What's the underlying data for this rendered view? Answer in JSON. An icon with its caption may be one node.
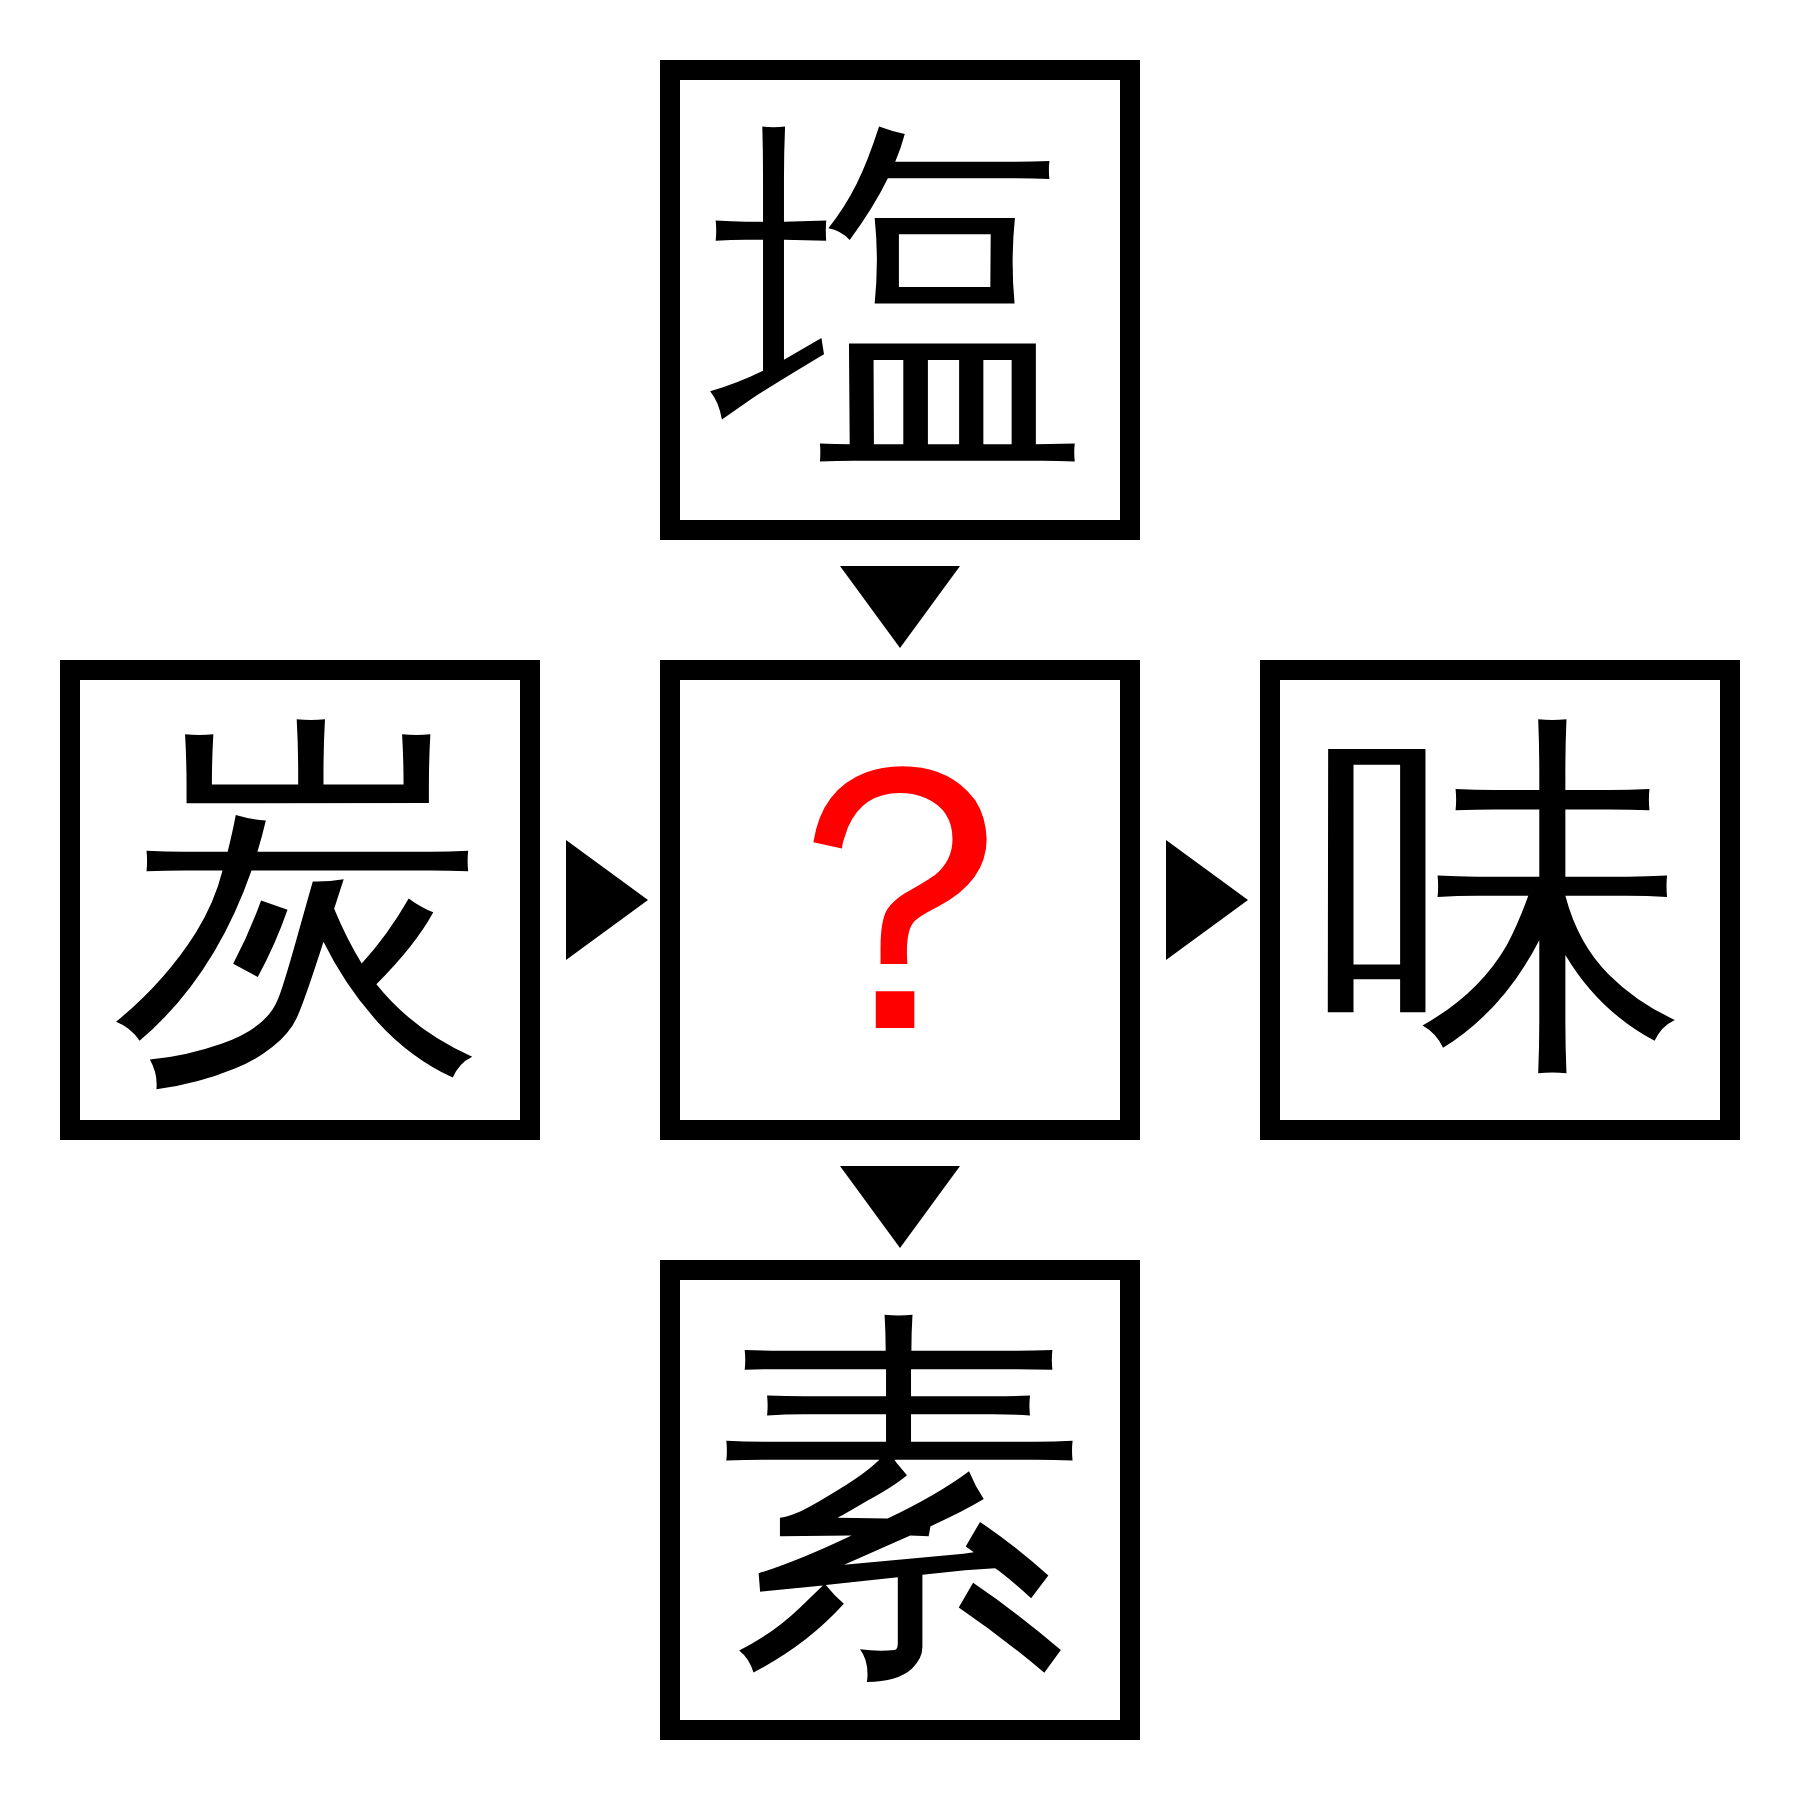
{
  "diagram": {
    "nodes": [
      {
        "text": [
          "塩"
        ]
      },
      {
        "text": [
          "炭"
        ]
      },
      {
        "text": [
          "？"
        ]
      },
      {
        "text": [
          "味"
        ]
      },
      {
        "text": [
          "素"
        ]
      }
    ],
    "edges": [
      {
        "from": 0,
        "to": 2,
        "arrow": "to"
      },
      {
        "from": 1,
        "to": 2,
        "arrow": "to"
      },
      {
        "from": 2,
        "to": 3,
        "arrow": "to"
      },
      {
        "from": 2,
        "to": 4,
        "arrow": "to"
      }
    ]
  }
}
